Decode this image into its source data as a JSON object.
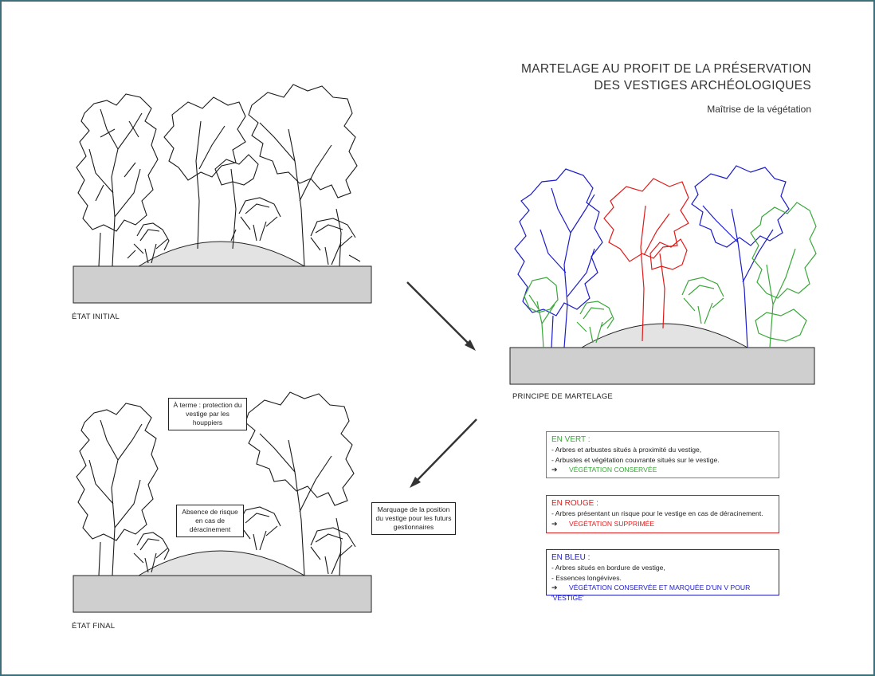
{
  "header": {
    "title_line1": "MARTELAGE AU PROFIT DE LA PRÉSERVATION",
    "title_line2": "DES VESTIGES ARCHÉOLOGIQUES",
    "subtitle": "Maîtrise de la végétation"
  },
  "captions": {
    "initial": "ÉTAT INITIAL",
    "principle": "PRINCIPE DE MARTELAGE",
    "final": "ÉTAT FINAL"
  },
  "notes": {
    "canopy": "À terme : protection du vestige par les houppiers",
    "no_risk": "Absence de risque en cas de déracinement",
    "marking": "Marquage de la position du vestige pour les futurs gestionnaires"
  },
  "legend": {
    "green": {
      "heading": "EN VERT :",
      "line1": "- Arbres et arbustes situés à proximité du vestige,",
      "line2": "- Arbustes et végétation couvrante situés sur le vestige.",
      "result": "VÉGÉTATION CONSERVÉE",
      "color": "#3aa83a"
    },
    "red": {
      "heading": "EN ROUGE :",
      "line1": "- Arbres présentant un risque pour le vestige en cas de déracinement.",
      "result": "VÉGÉTATION SUPPRIMÉE",
      "color": "#e01b1b"
    },
    "blue": {
      "heading": "EN BLEU :",
      "line1": "- Arbres situés en bordure de vestige,",
      "line2": "- Essences longévives.",
      "result": "VÉGÉTATION CONSERVÉE ET MARQUÉE D'UN V POUR 'VESTIGE'",
      "color": "#1c1cc8"
    }
  }
}
